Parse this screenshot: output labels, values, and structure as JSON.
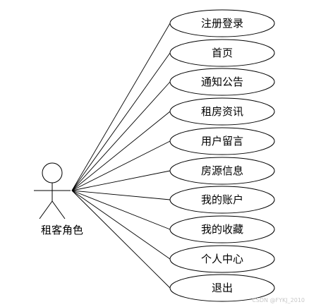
{
  "actor": {
    "label": "租客角色"
  },
  "use_cases": [
    {
      "label": "注册登录"
    },
    {
      "label": "首页"
    },
    {
      "label": "通知公告"
    },
    {
      "label": "租房资讯"
    },
    {
      "label": "用户留言"
    },
    {
      "label": "房源信息"
    },
    {
      "label": "我的账户"
    },
    {
      "label": "我的收藏"
    },
    {
      "label": "个人中心"
    },
    {
      "label": "退出"
    }
  ],
  "watermark": {
    "text": "CSDN @FYKJ_2010"
  }
}
